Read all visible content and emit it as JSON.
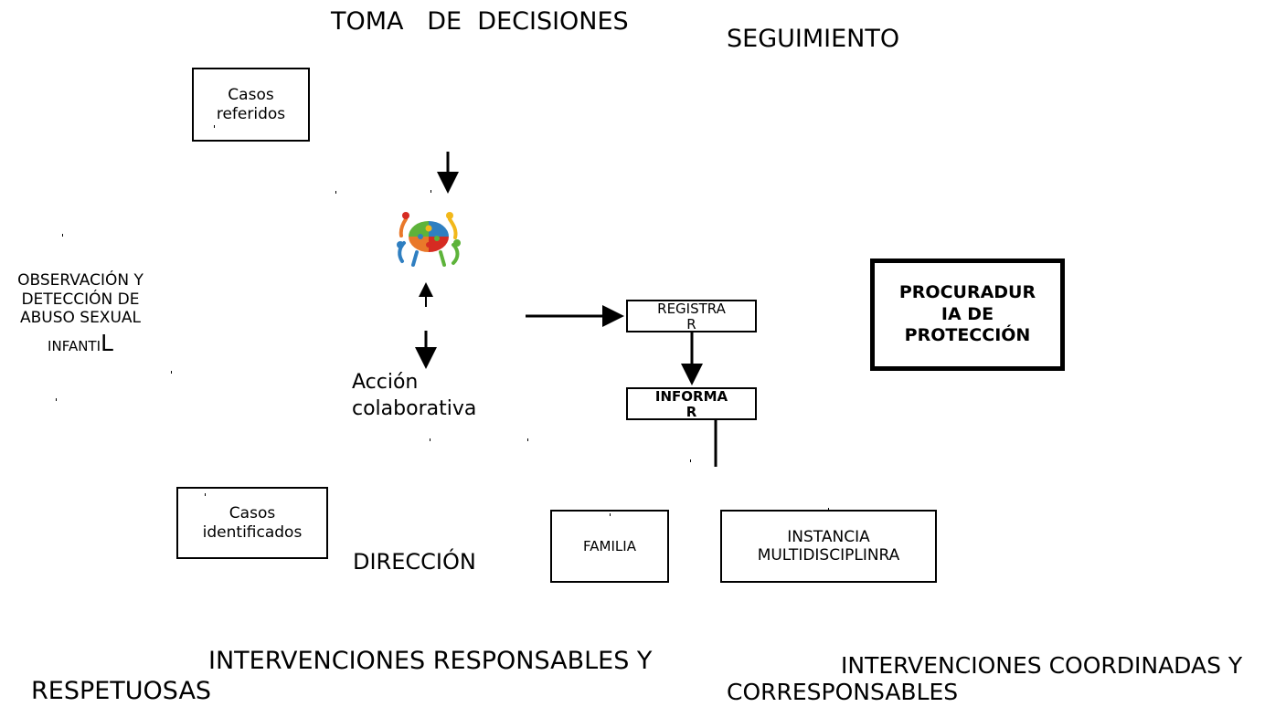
{
  "headings": {
    "toma_de_decisiones": "TOMA   DE  DECISIONES",
    "seguimiento": "SEGUIMIENTO",
    "direccion": "DIRECCIÓN",
    "intervenciones_responsables_line1": "INTERVENCIONES RESPONSABLES Y",
    "intervenciones_responsables_line2": "RESPETUOSAS",
    "intervenciones_coordinadas_line1": "INTERVENCIONES COORDINADAS Y",
    "intervenciones_coordinadas_line2": "CORRESPONSABLES"
  },
  "boxes": {
    "casos_referidos_line1": "Casos",
    "casos_referidos_line2": "referidos",
    "casos_identificados_line1": "Casos",
    "casos_identificados_line2": "identificados",
    "registrar_line1": "REGISTRA",
    "registrar_line2": "R",
    "informar_line1": "INFORMA",
    "informar_line2": "R",
    "procuraduria_line1": "PROCURADUR",
    "procuraduria_line2": "IA DE",
    "procuraduria_line3": "PROTECCIÓN",
    "familia": "FAMILIA",
    "instancia_line1": "INSTANCIA",
    "instancia_line2": "MULTIDISCIPLINRA"
  },
  "labels": {
    "observacion_line1": "OBSERVACIÓN Y",
    "observacion_line2": "DETECCIÓN DE",
    "observacion_line3": "ABUSO SEXUAL",
    "observacion_line4_small": "INFANTI",
    "observacion_line4_big": "L",
    "accion_line1": "Acción",
    "accion_line2": "colaborativa"
  },
  "colors": {
    "stroke": "#000000",
    "puzzle_green": "#5db33a",
    "puzzle_blue": "#2f7fc1",
    "puzzle_red": "#d62b22",
    "puzzle_yellow": "#f2b81a",
    "puzzle_orange": "#e9782a"
  },
  "icons": {
    "center": "teamwork-puzzle-icon"
  }
}
